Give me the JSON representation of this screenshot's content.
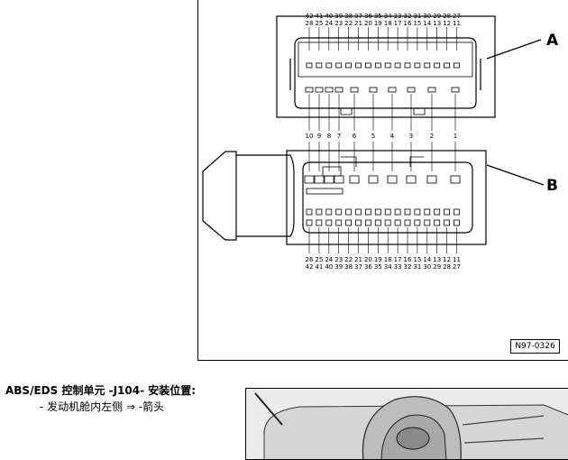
{
  "figure": {
    "label_a": "A",
    "label_b": "B",
    "code": "N97-0326",
    "connector_a": {
      "top_row": [
        "42",
        "41",
        "40",
        "39",
        "38",
        "37",
        "36",
        "35",
        "34",
        "33",
        "32",
        "31",
        "30",
        "29",
        "28",
        "27"
      ],
      "second_row": [
        "28",
        "25",
        "24",
        "23",
        "22",
        "21",
        "20",
        "19",
        "18",
        "17",
        "16",
        "15",
        "14",
        "13",
        "12",
        "11"
      ]
    },
    "connector_b": {
      "pin_row": [
        "10",
        "9",
        "8",
        "7",
        "6",
        "5",
        "4",
        "3",
        "2",
        "1"
      ],
      "lower_row1": [
        "26",
        "25",
        "24",
        "23",
        "22",
        "21",
        "20",
        "19",
        "18",
        "17",
        "16",
        "15",
        "14",
        "13",
        "12",
        "11"
      ],
      "lower_row2": [
        "42",
        "41",
        "40",
        "39",
        "38",
        "37",
        "36",
        "35",
        "34",
        "33",
        "32",
        "31",
        "30",
        "29",
        "28",
        "27"
      ]
    }
  },
  "text": {
    "heading": "ABS/EDS 控制单元 -J104- 安装位置:",
    "bullet": "- 发动机舱内左侧 ⇒ -箭头"
  }
}
